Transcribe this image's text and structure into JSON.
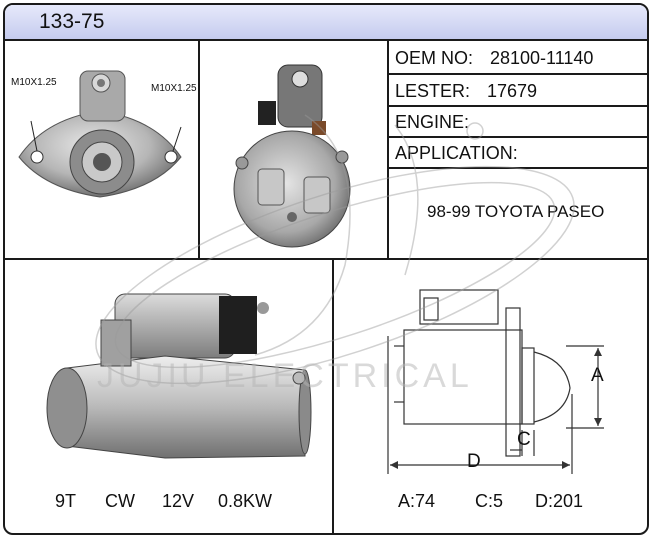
{
  "header": {
    "code": "133-75"
  },
  "info": {
    "oem_label": "OEM NO:",
    "oem_value": "28100-11140",
    "lester_label": "LESTER:",
    "lester_value": "17679",
    "engine_label": "ENGINE:",
    "engine_value": "",
    "application_label": "APPLICATION:",
    "application_value": "98-99 TOYOTA  PASEO"
  },
  "photos": {
    "mount_label_left": "M10X1.25",
    "mount_label_right": "M10X1.25"
  },
  "specs": {
    "teeth": "9T",
    "rotation": "CW",
    "voltage": "12V",
    "power": "0.8KW"
  },
  "dimensions": {
    "a_label": "A",
    "c_label": "C",
    "d_label": "D",
    "a_value": "A:74",
    "c_value": "C:5",
    "d_value": "D:201"
  },
  "watermark": {
    "text": "JUJIU ELECTRICAL"
  },
  "colors": {
    "header_bg": "#c5cbee",
    "border": "#1a1a1a"
  }
}
